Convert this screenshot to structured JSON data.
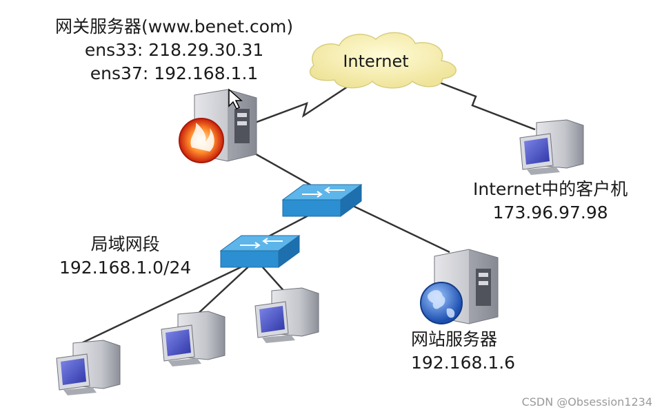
{
  "gateway": {
    "name": "网关服务器(www.benet.com)",
    "if1": "ens33: 218.29.30.31",
    "if2": "ens37: 192.168.1.1"
  },
  "internet": {
    "label": "Internet"
  },
  "internet_client": {
    "name": "Internet中的客户机",
    "ip": "173.96.97.98"
  },
  "lan": {
    "name": "局域网段",
    "subnet": "192.168.1.0/24"
  },
  "web_server": {
    "name": "网站服务器",
    "ip": "192.168.1.6"
  },
  "watermark": "CSDN @Obsession1234",
  "colors": {
    "cloud": "#f7efad",
    "switch": "#2b8fd1",
    "monitor_screen": "#4a56c8",
    "firewall": "#e23a1a",
    "link": "#333333"
  }
}
